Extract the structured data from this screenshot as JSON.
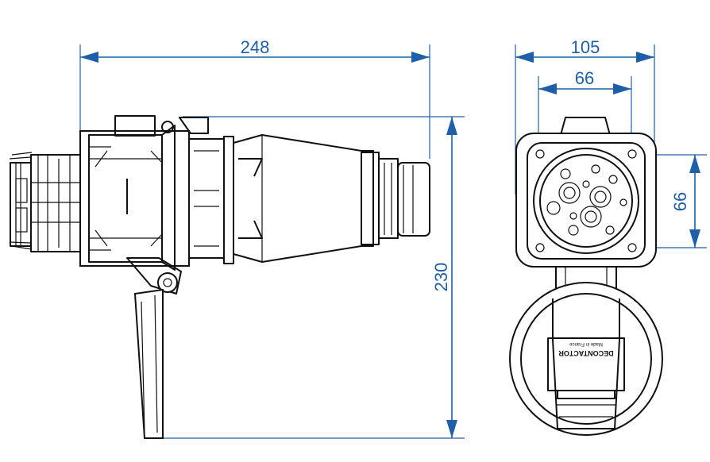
{
  "dimensions": {
    "side_width": "248",
    "side_height": "230",
    "front_width": "105",
    "front_inner_width": "66",
    "front_inner_height": "66"
  },
  "label": {
    "brand": "DECONTACTOR",
    "subtitle": "Made in France"
  },
  "colors": {
    "dimension": "#1f5fa8",
    "line": "#111111"
  }
}
